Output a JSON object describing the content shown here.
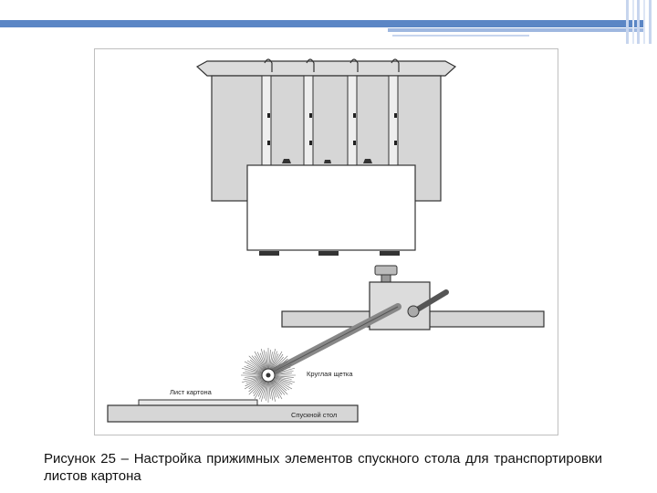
{
  "slide": {
    "caption": "Рисунок 25 – Настройка прижимных элементов спускного стола для транспортировки листов картона",
    "accent_color": "#5b86c5"
  },
  "diagram": {
    "labels": {
      "brush": "Круглая щетка",
      "cardboard_sheet": "Лист картона",
      "discharge_table": "Спускной стол"
    }
  }
}
